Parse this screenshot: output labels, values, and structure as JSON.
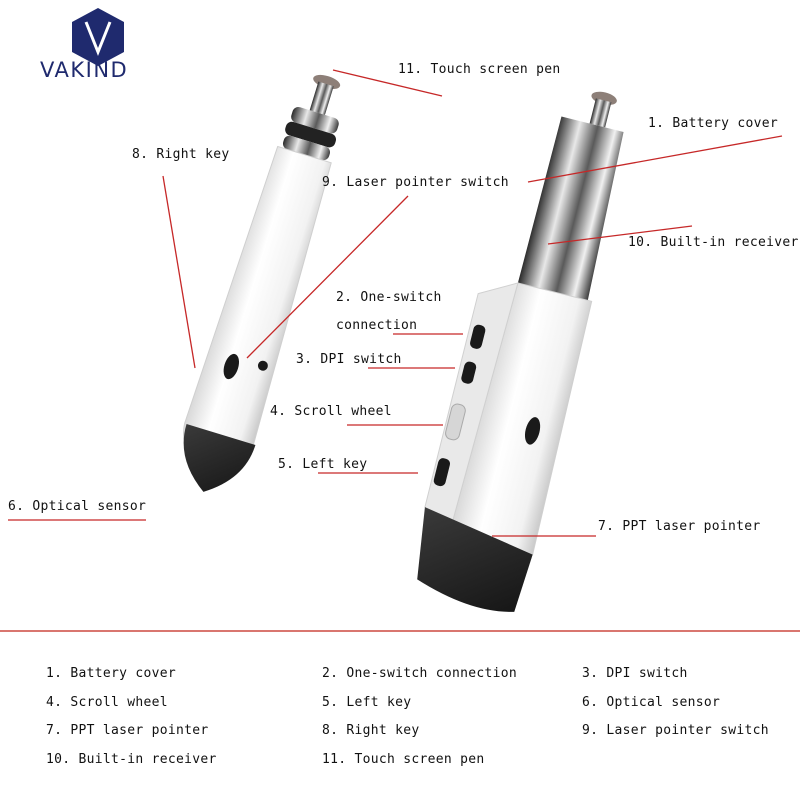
{
  "brand": {
    "name": "VAKIND",
    "logo_color": "#1f2a6e",
    "icon": "hexagon-v-logo"
  },
  "accent_line_color": "#d9766f",
  "callouts": {
    "touch_screen_pen": "11. Touch screen pen",
    "battery_cover": "1. Battery cover",
    "right_key": "8. Right key",
    "laser_switch": "9. Laser pointer switch",
    "builtin_receiver": "10. Built-in receiver",
    "one_switch_1": "2. One-switch",
    "one_switch_2": "connection",
    "dpi_switch": "3. DPI switch",
    "scroll_wheel": "4. Scroll wheel",
    "left_key": "5. Left key",
    "optical_sensor": "6. Optical sensor",
    "ppt_laser": "7. PPT laser pointer"
  },
  "legend": [
    "1. Battery cover",
    "2. One-switch connection",
    "3. DPI switch",
    "4. Scroll wheel",
    "5. Left key",
    "6. Optical sensor",
    "7. PPT laser pointer",
    "8. Right key",
    "9. Laser pointer switch",
    "10. Built-in receiver",
    "11. Touch screen pen"
  ]
}
